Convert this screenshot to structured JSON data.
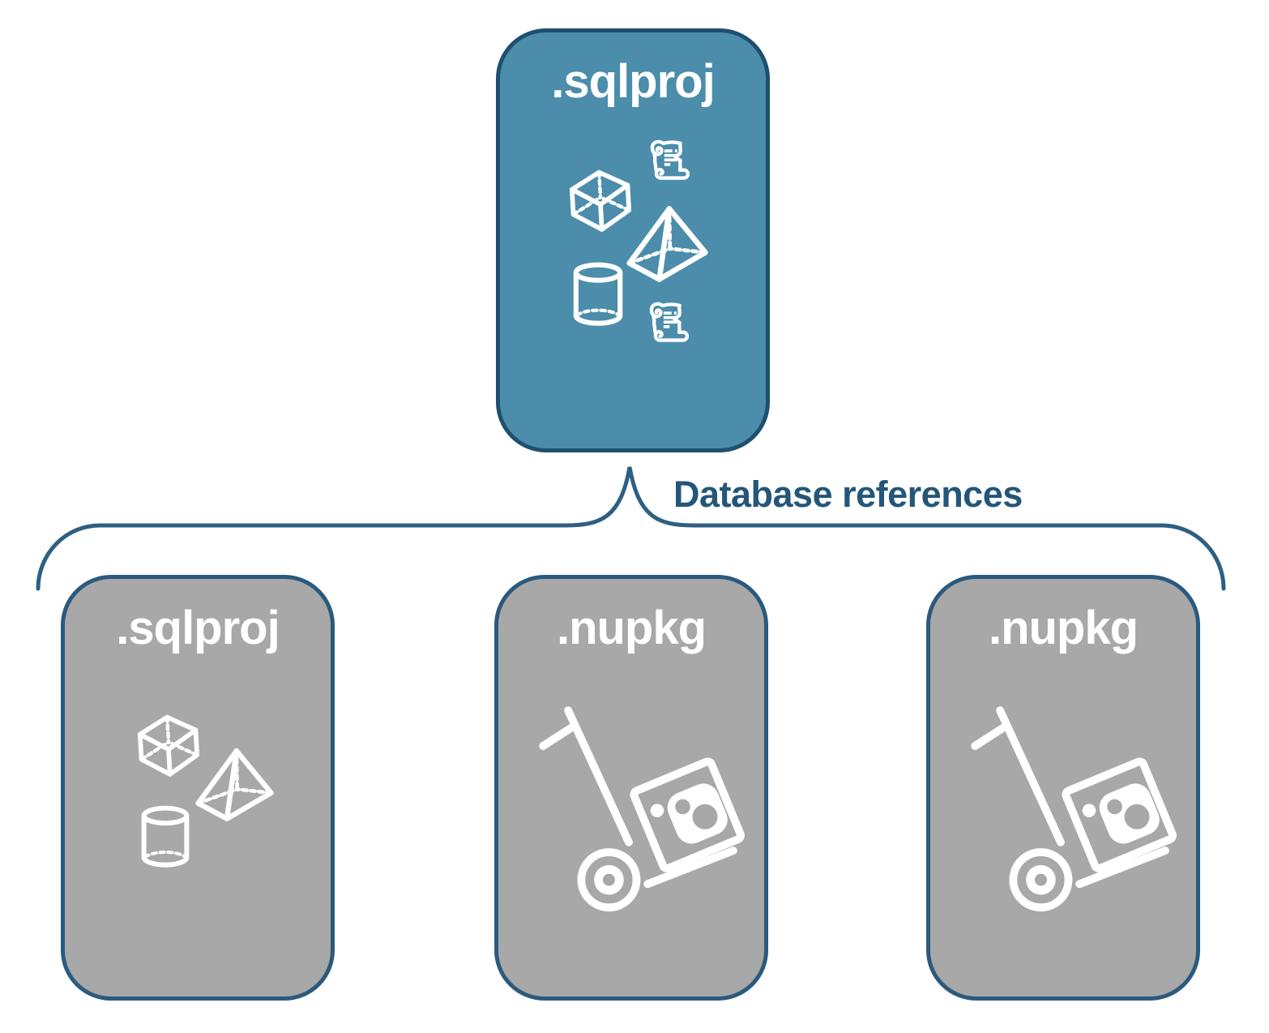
{
  "diagram": {
    "nodes": {
      "root": {
        "label": ".sqlproj"
      },
      "children": [
        {
          "label": ".sqlproj"
        },
        {
          "label": ".nupkg"
        },
        {
          "label": ".nupkg"
        }
      ]
    },
    "connector": {
      "label": "Database references"
    },
    "icons": {
      "root": [
        "cube-icon",
        "scroll-icon",
        "pyramid-icon",
        "cylinder-icon",
        "scroll-icon"
      ],
      "child_sqlproj": [
        "cube-icon",
        "pyramid-icon",
        "cylinder-icon"
      ],
      "child_nupkg": [
        "package-handtruck-icon"
      ]
    },
    "colors": {
      "root_fill": "#4b8dab",
      "root_border": "#1f4f6f",
      "child_fill": "#a8a8a8",
      "child_border": "#2a5a7e",
      "connector_line": "#2d5f82",
      "connector_text": "#24567a",
      "icon_stroke": "#ffffff"
    }
  }
}
